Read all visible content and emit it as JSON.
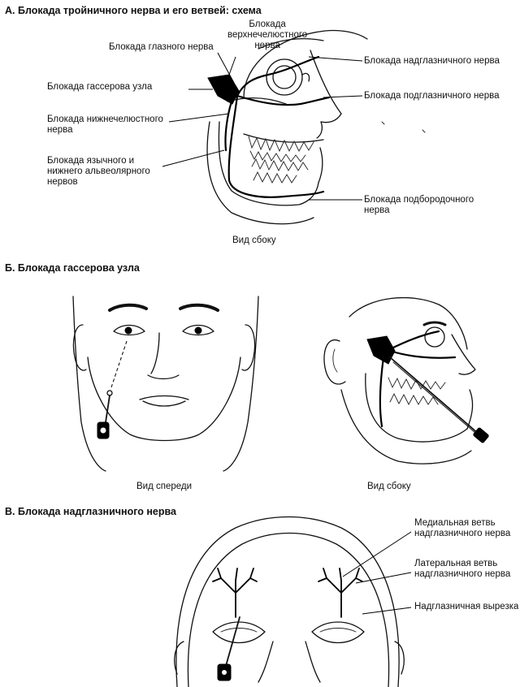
{
  "sectionA": {
    "title": "А. Блокада тройничного нерва и его ветвей: схема",
    "labels": {
      "maxillary": [
        "Блокада",
        "верхнечелюстного",
        "нерва"
      ],
      "ophthalmic": [
        "Блокада глазного нерва"
      ],
      "gasserian": [
        "Блокада гассерова узла"
      ],
      "mandibular": [
        "Блокада нижнечелюстного",
        "нерва"
      ],
      "lingual": [
        "Блокада язычного и",
        "нижнего альвеолярного",
        "нервов"
      ],
      "supraorbital": [
        "Блокада надглазничного нерва"
      ],
      "infraorbital": [
        "Блокада подглазничного нерва"
      ],
      "mental": [
        "Блокада подбородочного",
        "нерва"
      ]
    },
    "caption": "Вид сбоку"
  },
  "sectionB": {
    "title": "Б. Блокада гассерова узла",
    "captionFront": "Вид спереди",
    "captionSide": "Вид сбоку"
  },
  "sectionC": {
    "title": "В. Блокада надглазничного нерва",
    "labels": {
      "medial": [
        "Медиальная ветвь",
        "надглазничного нерва"
      ],
      "lateral": [
        "Латеральная ветвь",
        "надглазничного нерва"
      ],
      "notch": [
        "Надглазничная вырезка"
      ]
    }
  }
}
